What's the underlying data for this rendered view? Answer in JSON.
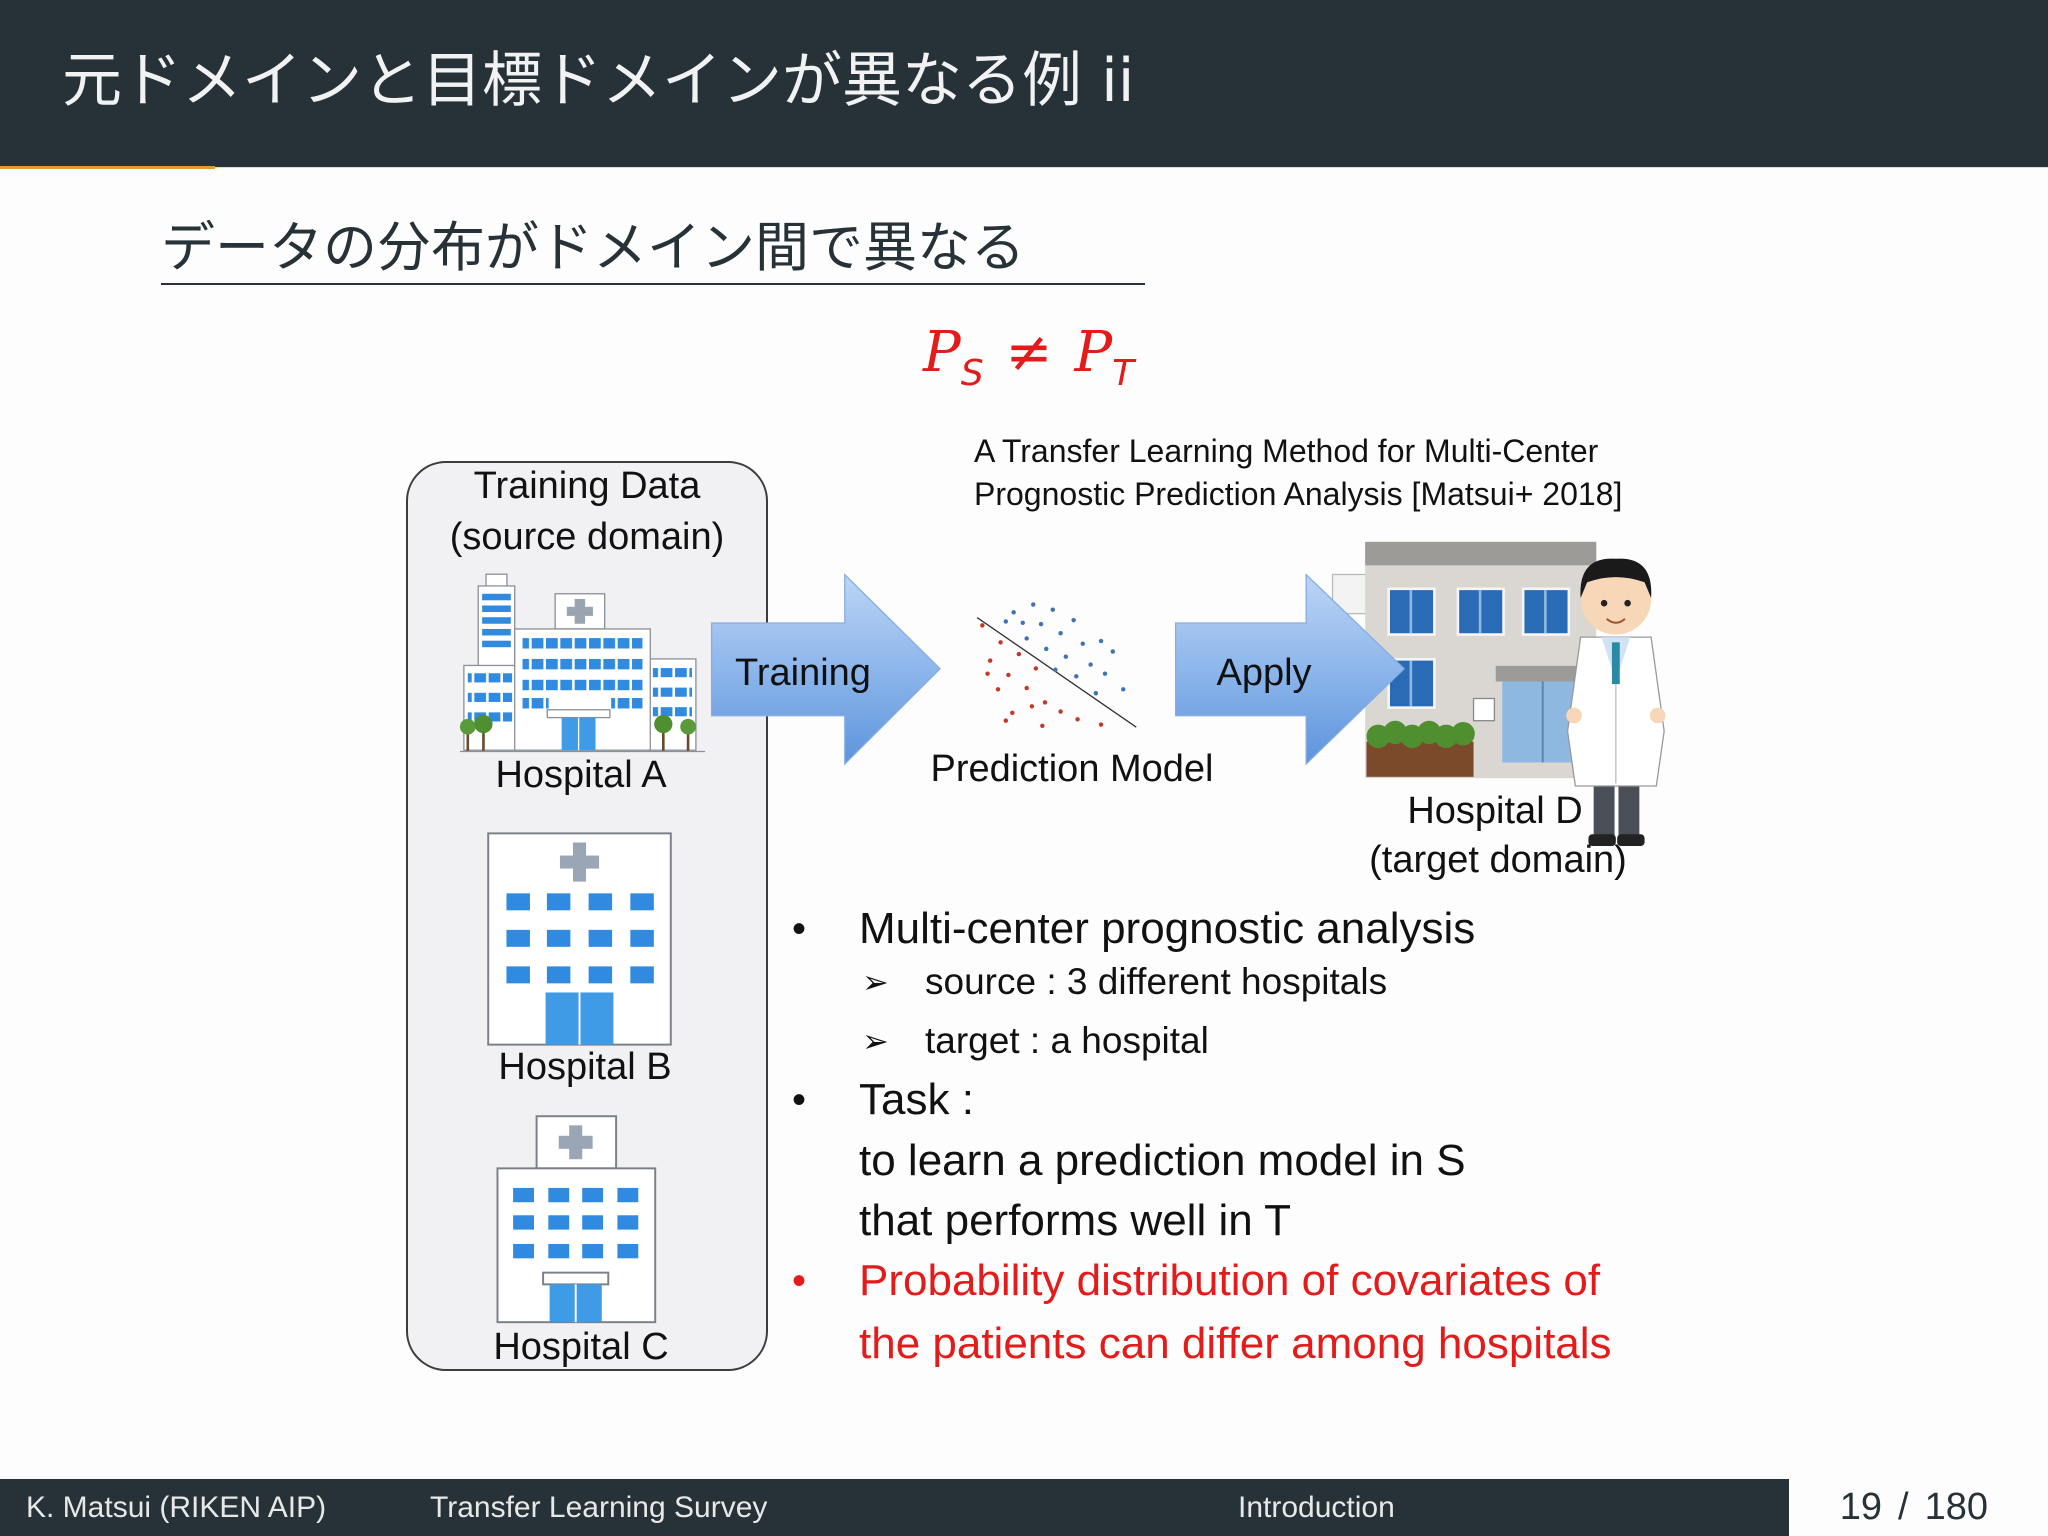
{
  "colors": {
    "header_bg": "#263238",
    "accent_orange": "#e69b2c",
    "emphasis_red": "#e31b1b",
    "arrow_blue": "#6f9fe0"
  },
  "header": {
    "title": "元ドメインと目標ドメインが異なる例 ii"
  },
  "subtitle": "データの分布がドメイン間で異なる",
  "formula": {
    "lhs": "P",
    "lhs_sub": "S",
    "operator": "≠",
    "rhs": "P",
    "rhs_sub": "T"
  },
  "figure": {
    "source_box": {
      "title": "Training Data",
      "subtitle": "(source domain)"
    },
    "source_hospitals": [
      {
        "label": "Hospital A",
        "icon": "hospital-complex-icon"
      },
      {
        "label": "Hospital B",
        "icon": "hospital-building-icon"
      },
      {
        "label": "Hospital C",
        "icon": "hospital-building-icon"
      }
    ],
    "training_arrow": "Training",
    "model": {
      "label": "Prediction Model",
      "icon": "scatter-plot-icon"
    },
    "apply_arrow": "Apply",
    "citation": {
      "line1": "A Transfer Learning Method for Multi-Center",
      "line2": "Prognostic Prediction Analysis [Matsui+ 2018]"
    },
    "target": {
      "label": "Hospital D",
      "subtitle": "(target domain)",
      "icons": [
        "clinic-building-icon",
        "doctor-icon"
      ]
    }
  },
  "bullets": {
    "glyph": "•",
    "sub_glyph": "➢",
    "items": [
      {
        "lines": [
          "Multi-center prognostic analysis"
        ],
        "sub": [
          "source : 3 different hospitals",
          "target : a hospital"
        ]
      },
      {
        "lines": [
          "Task :",
          "to learn a prediction model in S",
          "that performs well in T"
        ]
      },
      {
        "lines": [
          "Probability distribution of covariates of",
          "the patients can differ among hospitals"
        ],
        "color": "#e31b1b"
      }
    ]
  },
  "footer": {
    "author": "K. Matsui (RIKEN AIP)",
    "talk_title": "Transfer Learning Survey",
    "section": "Introduction",
    "page_current": "19",
    "page_separator": "/",
    "page_total": "180"
  }
}
